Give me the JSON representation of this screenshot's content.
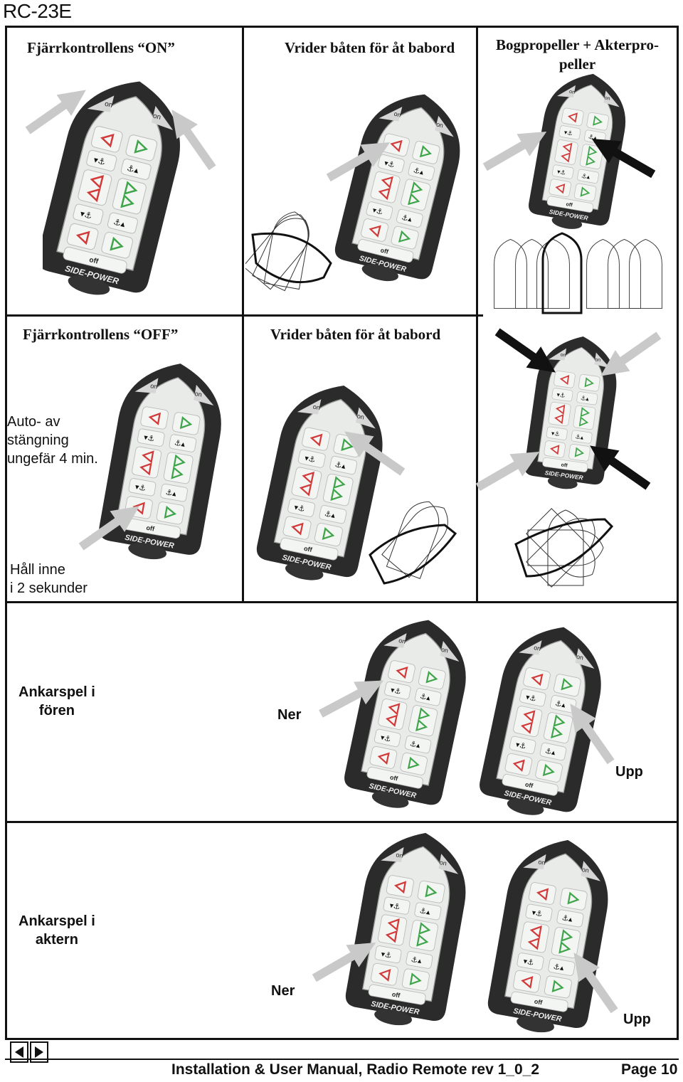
{
  "header": {
    "title": "RC-23E"
  },
  "cells": {
    "on_title": "Fjärrkontrollens “ON”",
    "rotate_title_top": "Vrider båten för åt babord",
    "bow_stern_title": "Bogpropeller + Akterpro-\npeller",
    "off_title": "Fjärrkontrollens “OFF”",
    "rotate_title_mid": "Vrider båten för åt babord",
    "auto_off_text": "Auto- av\nstängning\nungefär 4 min.",
    "hold_text": "Håll inne\ni 2 sekunder",
    "bow_anchor_text": "Ankarspel i\nfören",
    "stern_anchor_text": "Ankarspel i\naktern",
    "down_label_1": "Ner",
    "up_label_1": "Upp",
    "down_label_2": "Ner",
    "up_label_2": "Upp"
  },
  "remote": {
    "on_label": "on",
    "off_label": "off",
    "brand": "SIDE-POWER"
  },
  "colors": {
    "red_arrow": "#d23a3a",
    "green_arrow": "#3fa54a",
    "pointer_gray": "#c9c9c9",
    "pointer_black": "#111111"
  },
  "icons": [
    "prev-page-icon",
    "next-page-icon",
    "anchor-icon",
    "pointer-arrow-icon"
  ],
  "footer": {
    "manual": "Installation & User Manual, Radio Remote rev 1_0_2",
    "page": "Page 10"
  }
}
